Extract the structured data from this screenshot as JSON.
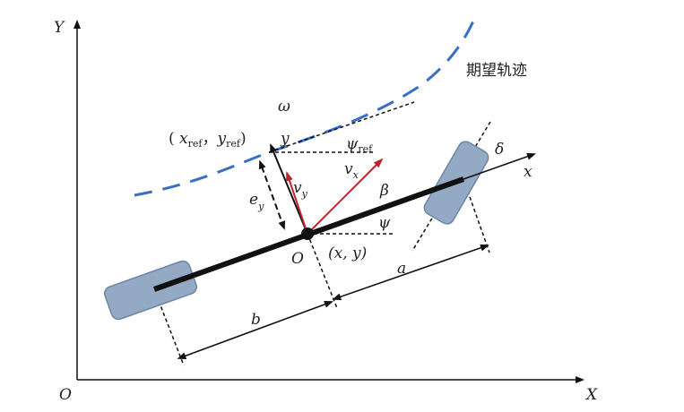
{
  "title_curve": "期望轨迹",
  "axes": {
    "y": "Y",
    "x": "X",
    "origin": "O"
  },
  "labels": {
    "omega": "ω",
    "ref_point_open": "( ",
    "x_ref": "x",
    "y_ref": "y",
    "ref_sub": "ref",
    "ref_comma": "，",
    "ref_close": ")",
    "body_y": "y",
    "body_x": "x",
    "psi_ref": "ψ",
    "psi": "ψ",
    "vx": "v",
    "vx_sub": "x",
    "vy": "v",
    "vy_sub": "y",
    "beta": "β",
    "ey": "e",
    "ey_sub": "y",
    "cg": "O",
    "cg_pos": "(x, y)",
    "delta": "δ",
    "a": "a",
    "b": "b"
  },
  "colors": {
    "curve": "#3a6fc4",
    "velocity": "#c0232b",
    "wheel": "#94a9c3",
    "wheel_stroke": "#6d86a6"
  }
}
